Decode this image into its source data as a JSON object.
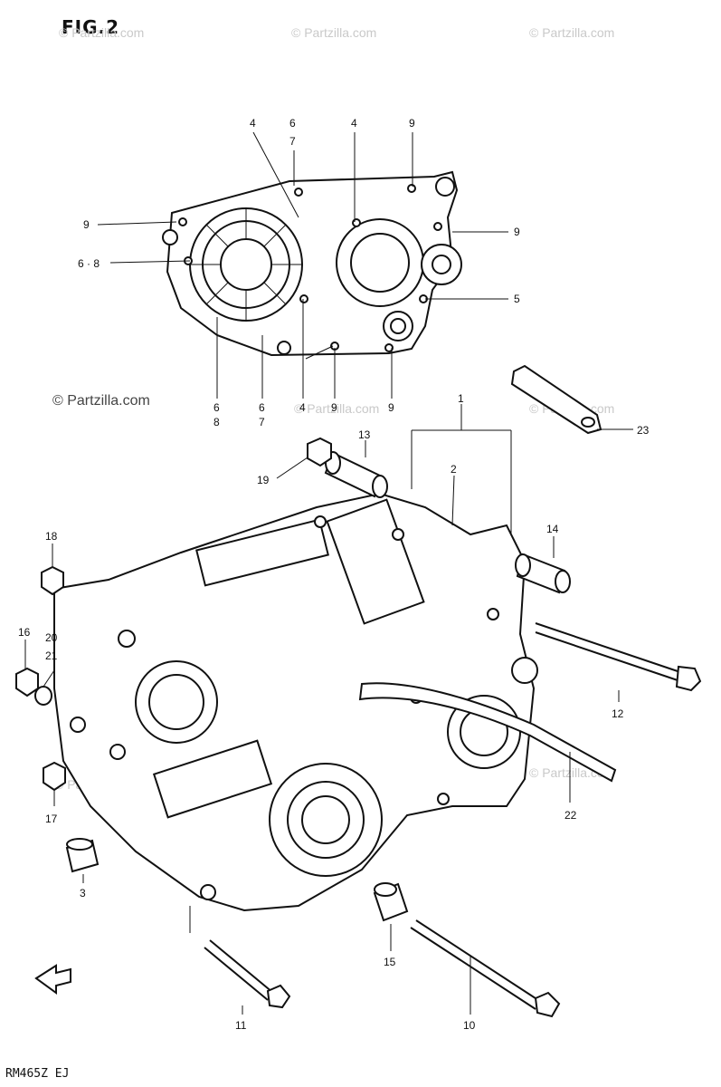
{
  "figure": {
    "title": "FIG.2",
    "code": "RM465Z EJ"
  },
  "watermarks": [
    {
      "text": "© Partzilla.com",
      "strong": false
    },
    {
      "text": "© Partzilla.com",
      "strong": false
    },
    {
      "text": "© Partzilla.com",
      "strong": false
    },
    {
      "text": "© Partzilla.com",
      "strong": true
    },
    {
      "text": "© Partzilla.com",
      "strong": false
    },
    {
      "text": "© Partzilla.com",
      "strong": false
    },
    {
      "text": "© Partzilla.com",
      "strong": false
    },
    {
      "text": "© Partzilla.com",
      "strong": false
    }
  ],
  "callouts": [
    {
      "id": "c4a",
      "text": "4"
    },
    {
      "id": "c6a",
      "text": "6"
    },
    {
      "id": "c7a",
      "text": "7"
    },
    {
      "id": "c4b",
      "text": "4"
    },
    {
      "id": "c9a",
      "text": "9"
    },
    {
      "id": "c9b",
      "text": "9"
    },
    {
      "id": "c9c",
      "text": "9"
    },
    {
      "id": "c68",
      "text": "6 · 8"
    },
    {
      "id": "c5",
      "text": "5"
    },
    {
      "id": "c6b",
      "text": "6"
    },
    {
      "id": "c8b",
      "text": "8"
    },
    {
      "id": "c6c",
      "text": "6"
    },
    {
      "id": "c7c",
      "text": "7"
    },
    {
      "id": "c4c",
      "text": "4"
    },
    {
      "id": "c9d",
      "text": "9"
    },
    {
      "id": "c9e",
      "text": "9"
    },
    {
      "id": "c1",
      "text": "1"
    },
    {
      "id": "c23",
      "text": "23"
    },
    {
      "id": "c13",
      "text": "13"
    },
    {
      "id": "c19",
      "text": "19"
    },
    {
      "id": "c2",
      "text": "2"
    },
    {
      "id": "c14",
      "text": "14"
    },
    {
      "id": "c18",
      "text": "18"
    },
    {
      "id": "c16",
      "text": "16"
    },
    {
      "id": "c20",
      "text": "20"
    },
    {
      "id": "c21",
      "text": "21"
    },
    {
      "id": "c12",
      "text": "12"
    },
    {
      "id": "c22",
      "text": "22"
    },
    {
      "id": "c17",
      "text": "17"
    },
    {
      "id": "c3",
      "text": "3"
    },
    {
      "id": "c15",
      "text": "15"
    },
    {
      "id": "c11",
      "text": "11"
    },
    {
      "id": "c10",
      "text": "10"
    }
  ]
}
